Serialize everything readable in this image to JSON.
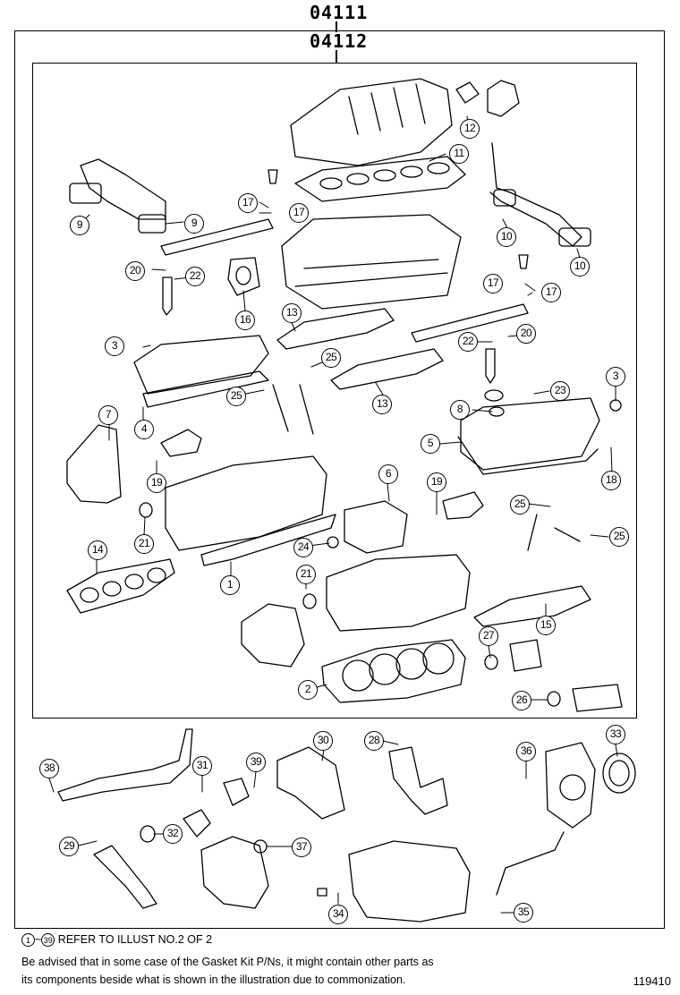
{
  "header": {
    "kit_code_outer": "04111",
    "kit_code_inner": "04112"
  },
  "callouts": {
    "c1": "1",
    "c2": "2",
    "c3a": "3",
    "c3b": "3",
    "c4": "4",
    "c5": "5",
    "c6": "6",
    "c7": "7",
    "c8": "8",
    "c9a": "9",
    "c9b": "9",
    "c10a": "10",
    "c10b": "10",
    "c11": "11",
    "c12": "12",
    "c13a": "13",
    "c13b": "13",
    "c14": "14",
    "c15": "15",
    "c16": "16",
    "c17a": "17",
    "c17b": "17",
    "c17c": "17",
    "c17d": "17",
    "c18": "18",
    "c19a": "19",
    "c19b": "19",
    "c20a": "20",
    "c20b": "20",
    "c21a": "21",
    "c21b": "21",
    "c22a": "22",
    "c22b": "22",
    "c23": "23",
    "c24": "24",
    "c25a": "25",
    "c25b": "25",
    "c25c": "25",
    "c25d": "25",
    "c26": "26",
    "c27": "27",
    "c28": "28",
    "c29": "29",
    "c30": "30",
    "c31": "31",
    "c32": "32",
    "c33": "33",
    "c34": "34",
    "c35": "35",
    "c36": "36",
    "c37": "37",
    "c38": "38",
    "c39": "39"
  },
  "footer": {
    "ref_start": "1",
    "ref_end": "39",
    "ref_tilde": "~",
    "ref_text": "REFER TO ILLUST NO.2 OF 2",
    "advisory_line1": "Be advised that in some case of the Gasket Kit P/Ns,  it might contain other parts as",
    "advisory_line2": "its components beside what is shown in the illustration due to commonization.",
    "illustration_number": "119410"
  }
}
